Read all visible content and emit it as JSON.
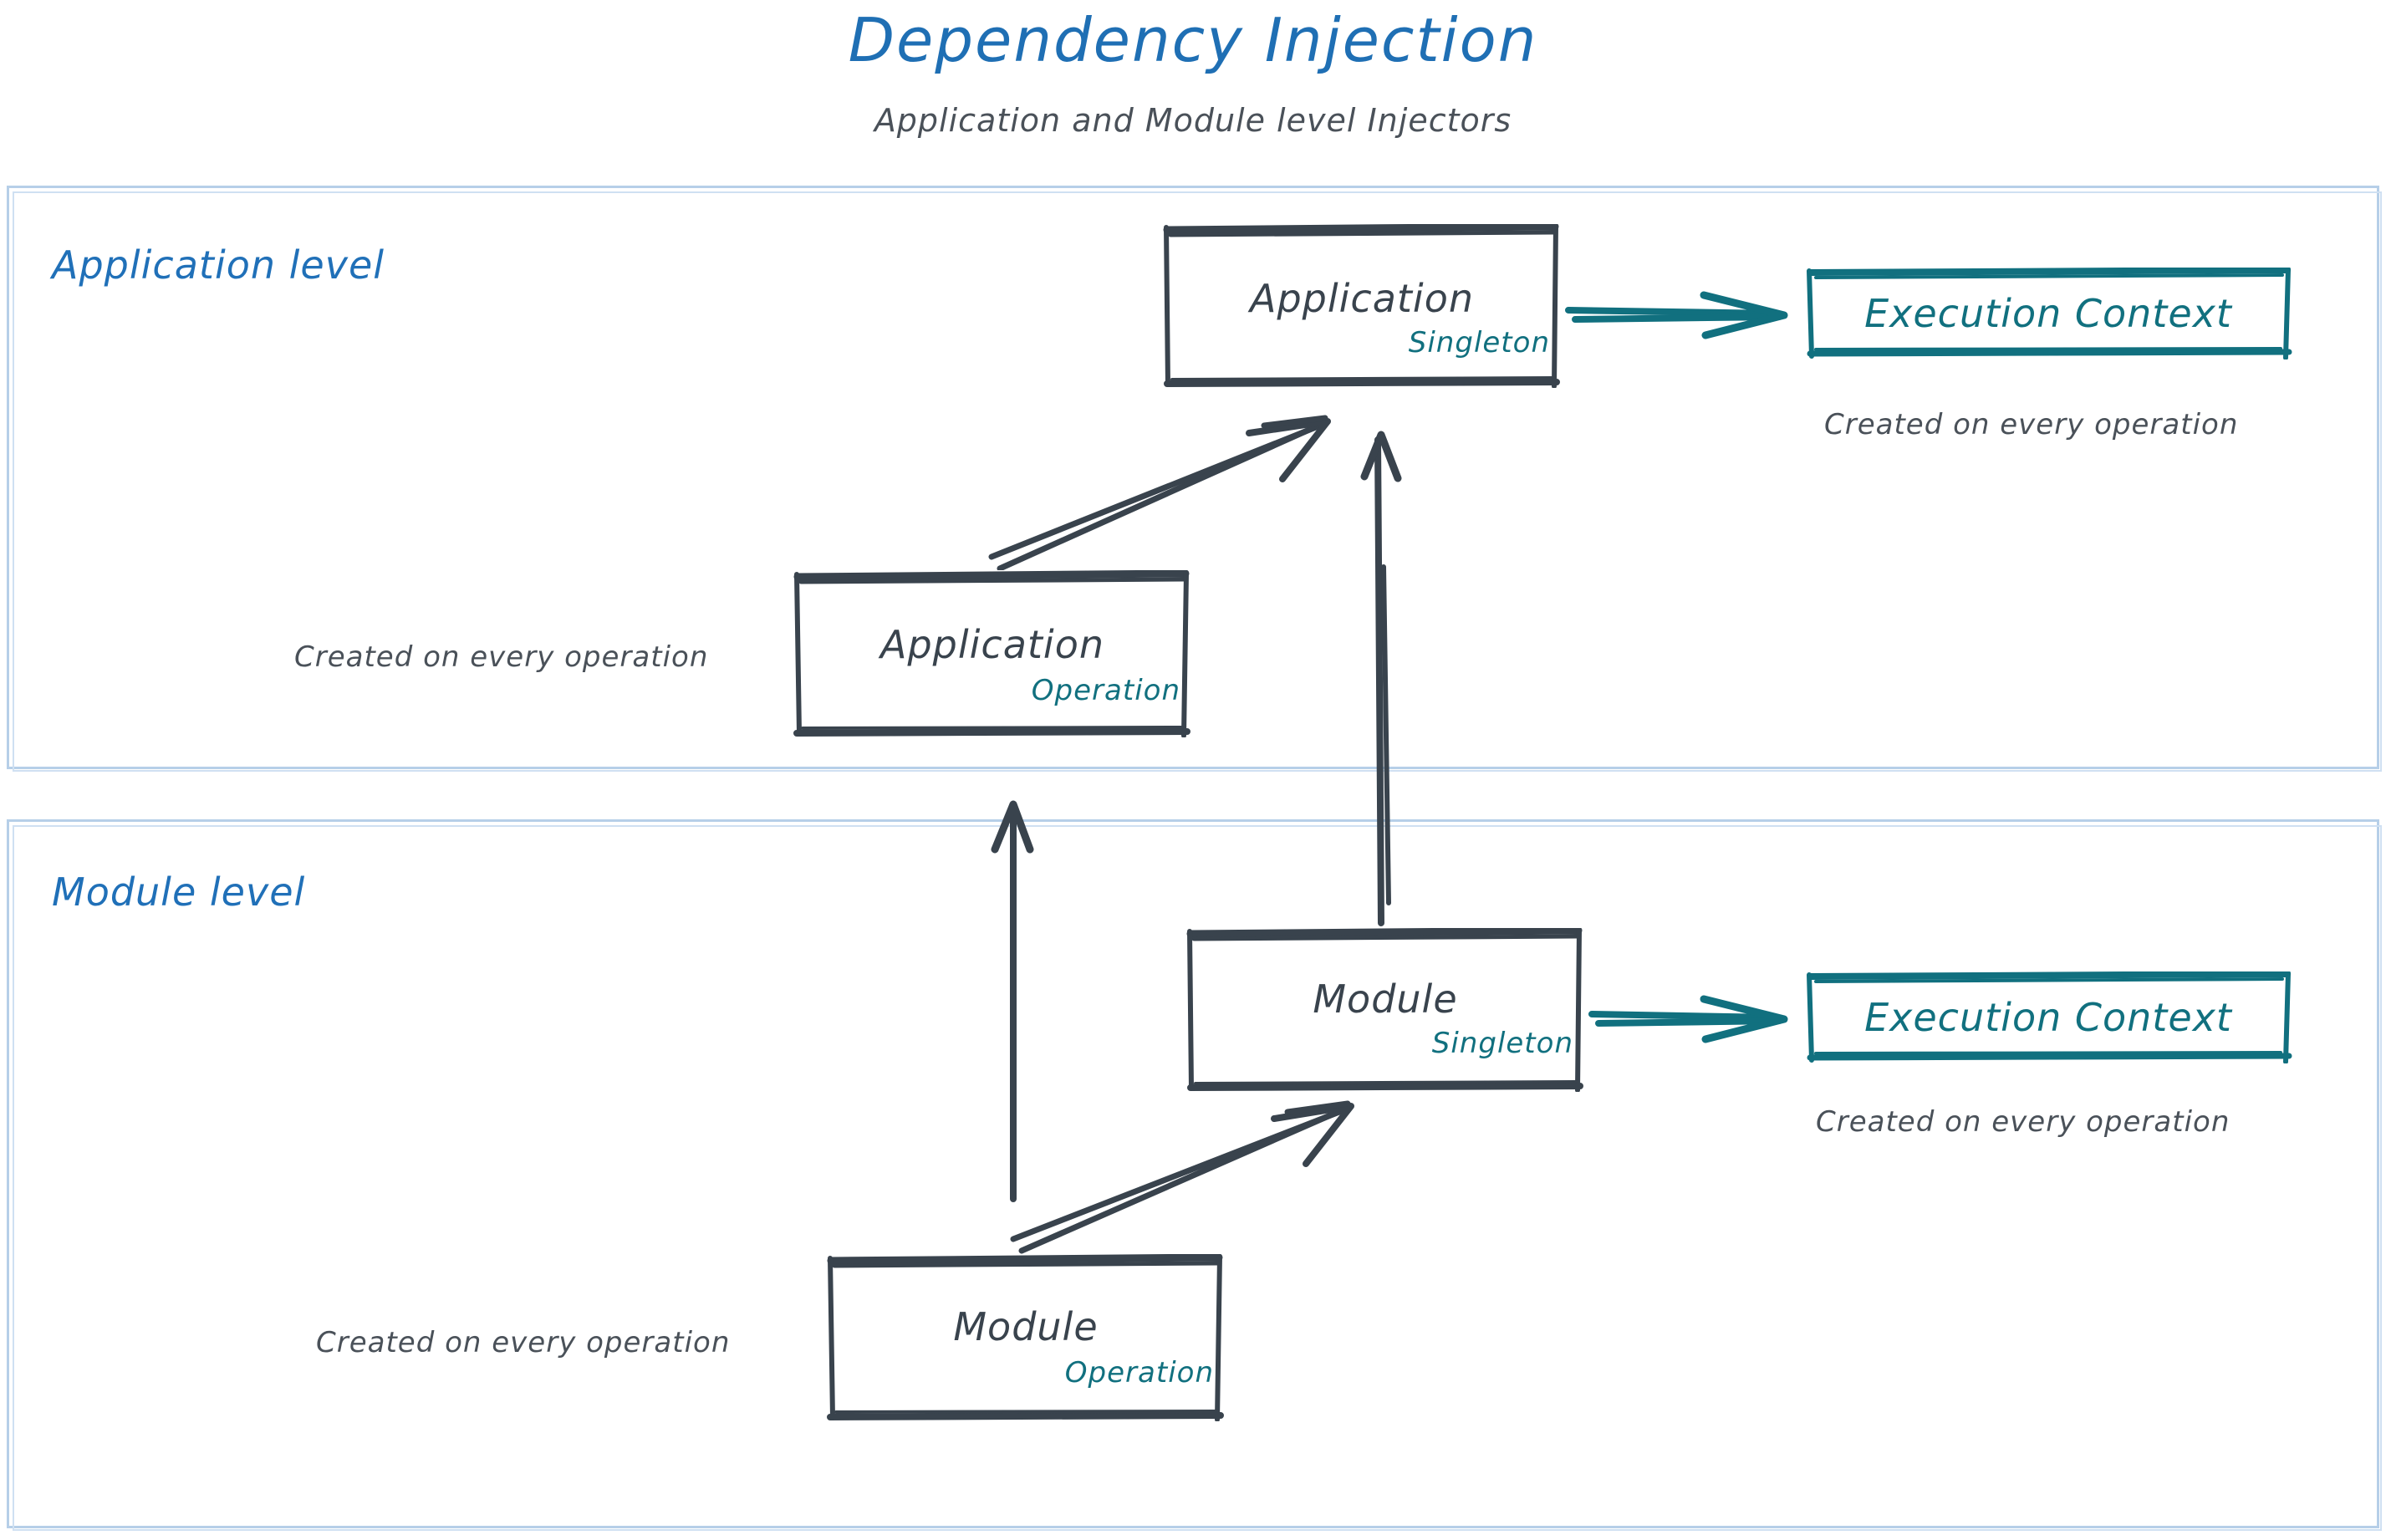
{
  "header": {
    "title": "Dependency Injection",
    "subtitle": "Application and Module level Injectors"
  },
  "colors": {
    "title_blue": "#1f6fb4",
    "level_label_blue": "#2070b8",
    "container_border": "#b6cfe8",
    "node_stroke": "#39434d",
    "scope_teal": "#11707f",
    "caption_gray": "#4a5159",
    "background": "#ffffff"
  },
  "levels": [
    {
      "id": "application-level",
      "label": "Application level",
      "nodes": [
        {
          "id": "app-singleton",
          "title": "Application",
          "scope": "Singleton"
        },
        {
          "id": "app-operation",
          "title": "Application",
          "scope": "Operation"
        }
      ],
      "context": {
        "label": "Execution Context",
        "caption": "Created on every operation"
      },
      "node_caption": "Created on every operation"
    },
    {
      "id": "module-level",
      "label": "Module level",
      "nodes": [
        {
          "id": "mod-singleton",
          "title": "Module",
          "scope": "Singleton"
        },
        {
          "id": "mod-operation",
          "title": "Module",
          "scope": "Operation"
        }
      ],
      "context": {
        "label": "Execution Context",
        "caption": "Created on every operation"
      },
      "node_caption": "Created on every operation"
    }
  ],
  "edges": [
    {
      "id": "app-op-to-app-singleton",
      "from": "app-operation",
      "to": "app-singleton",
      "style": "double-line-dark",
      "direction": "up-right"
    },
    {
      "id": "app-singleton-to-ctx",
      "from": "app-singleton",
      "to": "execution-context-app",
      "style": "double-line-teal",
      "direction": "right"
    },
    {
      "id": "mod-singleton-to-app-singleton",
      "from": "mod-singleton",
      "to": "app-singleton",
      "style": "double-line-dark",
      "direction": "up"
    },
    {
      "id": "mod-op-to-app-op",
      "from": "mod-operation",
      "to": "app-operation",
      "style": "single-line-dark",
      "direction": "up"
    },
    {
      "id": "mod-op-to-mod-singleton",
      "from": "mod-operation",
      "to": "mod-singleton",
      "style": "double-line-dark",
      "direction": "up-right"
    },
    {
      "id": "mod-singleton-to-ctx",
      "from": "mod-singleton",
      "to": "execution-context-mod",
      "style": "double-line-teal",
      "direction": "right"
    }
  ]
}
